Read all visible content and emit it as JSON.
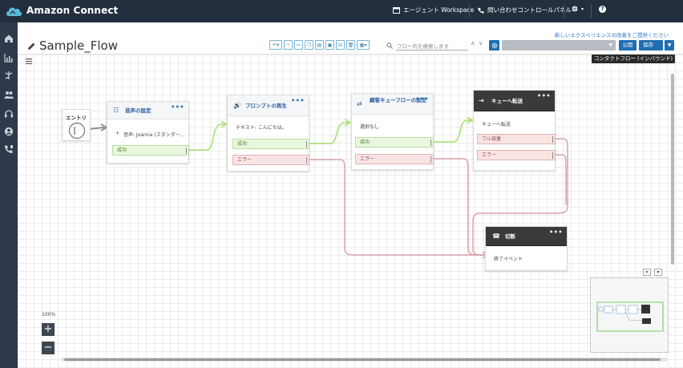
{
  "header": {
    "app_title": "Amazon Connect",
    "agent_workspace": "エージェント Workspace",
    "contact_panel": "問い合わせコントロールパネル",
    "help": "?"
  },
  "page": {
    "flow_title": "Sample_Flow",
    "new_experience_link": "新しいエクスペリエンスの改善をご提供ください",
    "search_placeholder": "フロー内を検索します",
    "version_dropdown": "-",
    "publish_label": "公開",
    "save_label": "保存",
    "flow_type_badge": "コンタクトフロー (インバウンド)"
  },
  "blocks": {
    "entry": {
      "label": "エントリ"
    },
    "voice": {
      "title": "音声の設定",
      "detail": "音声: Joanna (スタンダー...",
      "success": "成功"
    },
    "prompt": {
      "title": "プロンプトの再生",
      "detail": "テキスト: こんにちは。",
      "success": "成功",
      "error": "エラー"
    },
    "queue": {
      "title": "顧客キューフローの設定",
      "detail": "選択なし",
      "success": "成功",
      "error": "エラー"
    },
    "transfer": {
      "title": "キューへ転送",
      "detail": "キューへ転送",
      "full": "フル容量",
      "error": "エラー"
    },
    "disconnect": {
      "title": "切断",
      "detail": "終了イベント"
    }
  },
  "zoom": {
    "level": "100%",
    "plus": "+",
    "minus": "−"
  },
  "colors": {
    "topbar": "#232f3e",
    "leftnav": "#2e3a4b",
    "accent": "#1f6fb2",
    "success_line": "#a6dd6d",
    "error_line": "#d9a3a8"
  }
}
